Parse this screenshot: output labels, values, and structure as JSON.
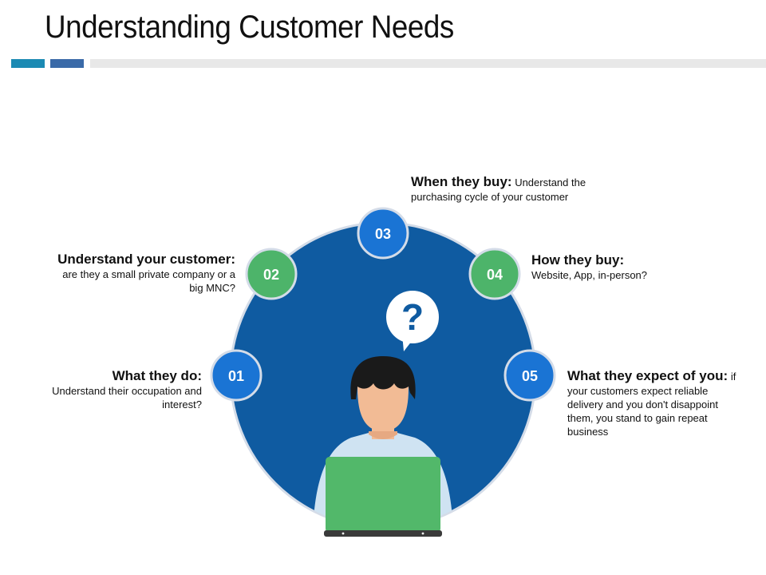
{
  "header": {
    "title": "Understanding Customer Needs"
  },
  "colors": {
    "circle": "#0F5BA1",
    "circle_rim": "#D4DCE8",
    "badge_blue": "#1A74D4",
    "badge_green": "#4DB46A",
    "laptop": "#52B86A",
    "skin": "#F2BB95",
    "hair": "#1A1A1A",
    "shirt": "#CFE3F2"
  },
  "bubble": {
    "symbol": "?"
  },
  "steps": [
    {
      "number": "01",
      "heading": "What they do:",
      "body": "Understand their occupation and interest?"
    },
    {
      "number": "02",
      "heading": "Understand your customer:",
      "body": "are they a small private company or a big MNC?"
    },
    {
      "number": "03",
      "heading": "When they buy:",
      "body": "Understand the purchasing cycle of your customer"
    },
    {
      "number": "04",
      "heading": "How they buy:",
      "body": "Website, App, in-person?"
    },
    {
      "number": "05",
      "heading": "What they expect of you:",
      "body": "if your customers expect reliable delivery and you don't disappoint them, you stand to gain repeat business"
    }
  ]
}
